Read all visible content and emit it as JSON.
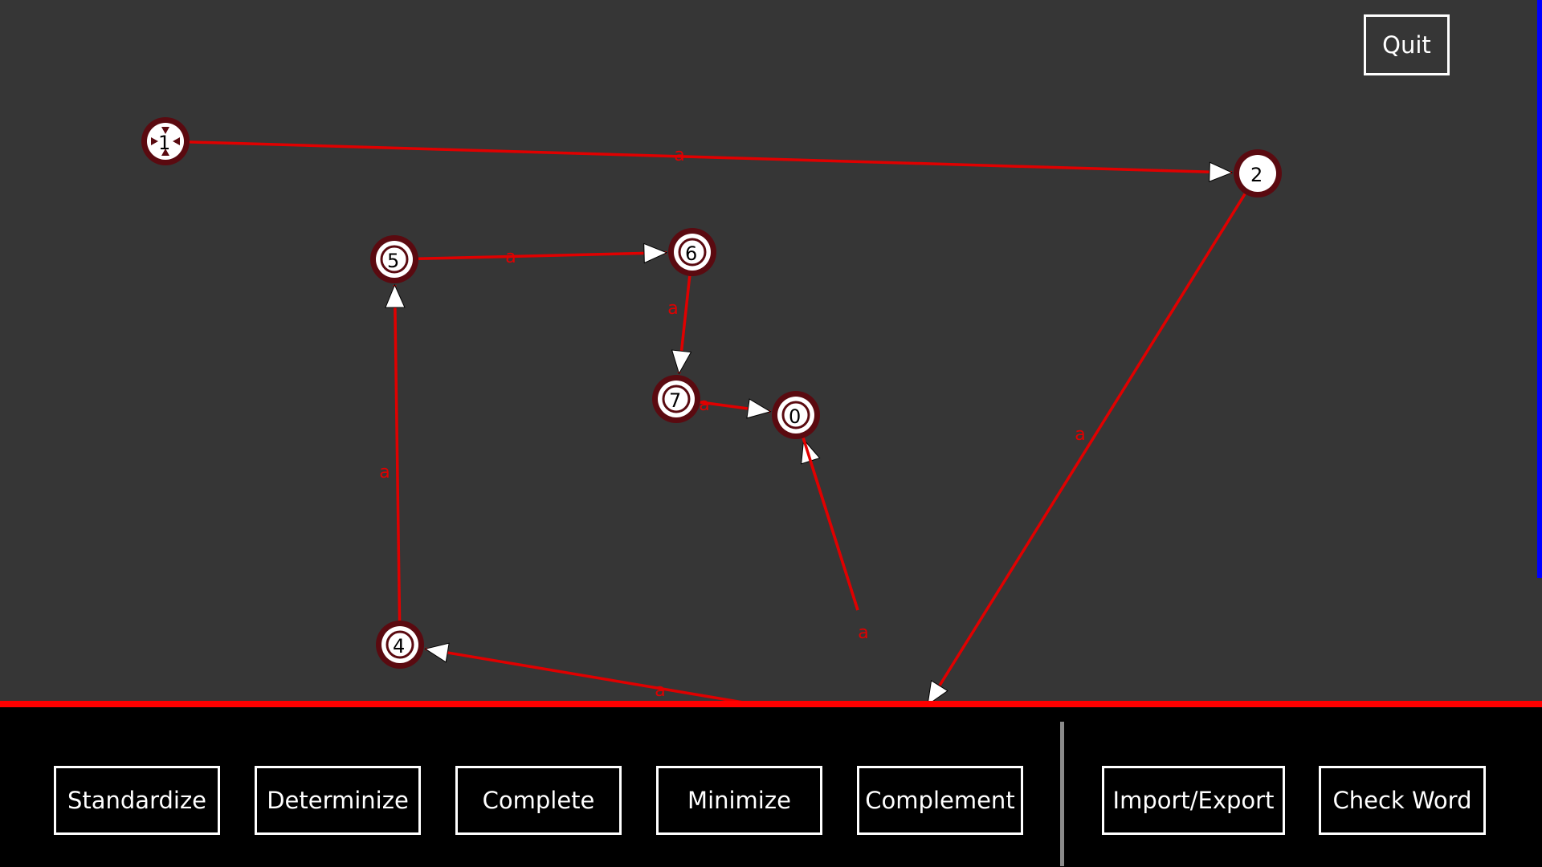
{
  "header": {
    "quit_label": "Quit"
  },
  "colors": {
    "background": "#363636",
    "edge": "#e00000",
    "node_ring": "#5a0a10",
    "node_fill": "#ffffff",
    "toolbar": "#000000",
    "toolbar_border": "#ff0000",
    "scroll_indicator": "#0000ff"
  },
  "automaton": {
    "states": [
      {
        "id": "1",
        "label": "1",
        "initial": true,
        "final": false
      },
      {
        "id": "2",
        "label": "2",
        "initial": false,
        "final": false
      },
      {
        "id": "5",
        "label": "5",
        "initial": false,
        "final": true
      },
      {
        "id": "6",
        "label": "6",
        "initial": false,
        "final": true
      },
      {
        "id": "7",
        "label": "7",
        "initial": false,
        "final": true
      },
      {
        "id": "0",
        "label": "0",
        "initial": false,
        "final": true
      },
      {
        "id": "4",
        "label": "4",
        "initial": false,
        "final": true
      }
    ],
    "transitions": [
      {
        "from": "1",
        "to": "2",
        "symbol": "a"
      },
      {
        "from": "5",
        "to": "6",
        "symbol": "a"
      },
      {
        "from": "6",
        "to": "7",
        "symbol": "a"
      },
      {
        "from": "7",
        "to": "0",
        "symbol": "a"
      },
      {
        "from": "4",
        "to": "5",
        "symbol": "a"
      },
      {
        "from": "2",
        "to": "offscreen-right",
        "symbol": "a"
      },
      {
        "from": "offscreen-left",
        "to": "4",
        "symbol": "a"
      },
      {
        "from": "offscreen-mid",
        "to": "0",
        "symbol": "a"
      }
    ]
  },
  "toolbar": {
    "buttons": [
      {
        "name": "standardize-button",
        "label": "Standardize"
      },
      {
        "name": "determinize-button",
        "label": "Determinize"
      },
      {
        "name": "complete-button",
        "label": "Complete"
      },
      {
        "name": "minimize-button",
        "label": "Minimize"
      },
      {
        "name": "complement-button",
        "label": "Complement"
      },
      {
        "name": "import-export-button",
        "label": "Import/Export"
      },
      {
        "name": "check-word-button",
        "label": "Check Word"
      }
    ]
  }
}
